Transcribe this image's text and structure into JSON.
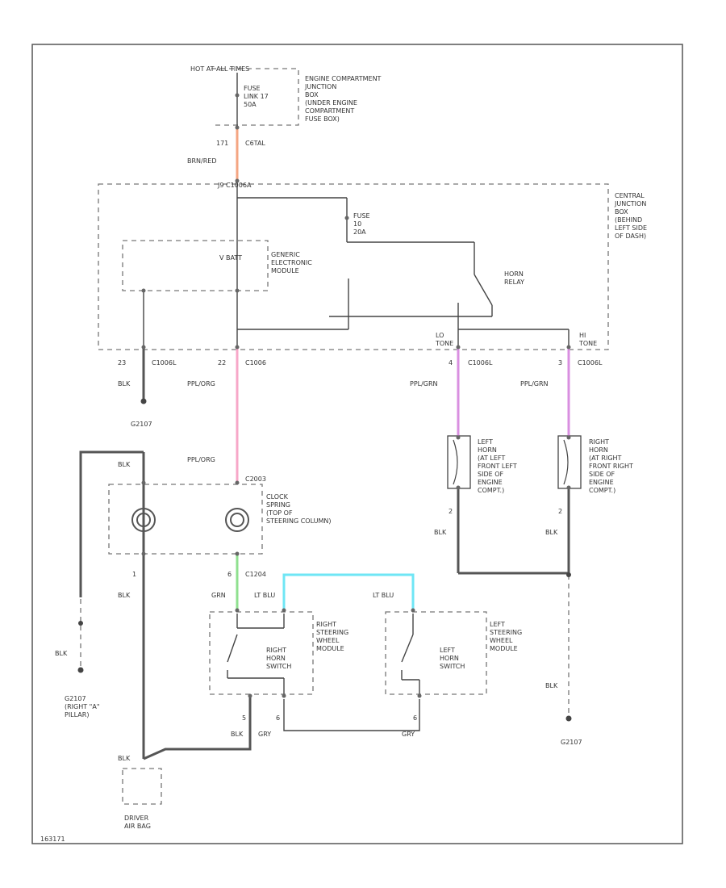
{
  "colors": {
    "orange": "#f4a582",
    "pink": "#f7a7c8",
    "violet": "#d98fe0",
    "green": "#8fe08f",
    "cyan": "#6fe6f5",
    "line": "#444444"
  },
  "labels": {
    "hot_at_all_times": "HOT AT ALL TIMES",
    "fuse_link": [
      "FUSE",
      "LINK 17",
      "50A"
    ],
    "engine_box": [
      "ENGINE COMPARTMENT",
      "JUNCTION",
      "BOX",
      "(UNDER ENGINE",
      "COMPARTMENT",
      "FUSE BOX)"
    ],
    "c_171": "171",
    "c_cental": "C6TAL",
    "brn_red": "BRN/RED",
    "c_top": "J9  C1006A",
    "cjb": [
      "CENTRAL",
      "JUNCTION",
      "BOX",
      "(BEHIND",
      "LEFT SIDE",
      "OF DASH)"
    ],
    "fuse_10": [
      "FUSE",
      "10",
      "20A"
    ],
    "v_batt": "V BATT",
    "gem": [
      "GENERIC",
      "ELECTRONIC",
      "MODULE"
    ],
    "horn_relay": [
      "HORN",
      "RELAY"
    ],
    "lo_tone": [
      "LO",
      "TONE"
    ],
    "hi_tone": [
      "HI",
      "TONE"
    ],
    "pin_23": "23",
    "pin_22": "22",
    "pin_4": "4",
    "pin_3": "3",
    "c_c1006l": "C1006L",
    "c_c1006": "C1006",
    "c_c1006l_2": "C1006L",
    "c_c1006l_3": "C1006L",
    "blk": "BLK",
    "ppl_org": "PPL/ORG",
    "ppl_grn_1": "PPL/GRN",
    "ppl_grn_2": "PPL/GRN",
    "g2107": "G2107",
    "g2107_b": "G2107",
    "g2107_c": "G2107",
    "ppl_org_2": "PPL/ORG",
    "c_c2003": "C2003",
    "blk_2": "BLK",
    "clock_spring": [
      "CLOCK",
      "SPRING",
      "(TOP OF",
      "STEERING COLUMN)"
    ],
    "left_horn": [
      "LEFT",
      "HORN",
      "(AT LEFT",
      "FRONT LEFT",
      "SIDE OF",
      "ENGINE",
      "COMPT.)"
    ],
    "right_horn": [
      "RIGHT",
      "HORN",
      "(AT RIGHT",
      "FRONT RIGHT",
      "SIDE OF",
      "ENGINE",
      "COMPT.)"
    ],
    "pin_2a": "2",
    "pin_2b": "2",
    "blk_3": "BLK",
    "blk_4": "BLK",
    "pin_1": "1",
    "pin_6": "6",
    "c_c1204": "C1204",
    "blk_5": "BLK",
    "grn": "GRN",
    "lt_blu_1": "LT BLU",
    "lt_blu_2": "LT BLU",
    "right_steering": [
      "RIGHT",
      "STEERING",
      "WHEEL",
      "MODULE"
    ],
    "left_steering": [
      "LEFT",
      "STEERING",
      "WHEEL",
      "MODULE"
    ],
    "right_horn_switch": [
      "RIGHT",
      "HORN",
      "SWITCH"
    ],
    "left_horn_switch": [
      "LEFT",
      "HORN",
      "SWITCH"
    ],
    "blk_6": "BLK",
    "g2107_right": [
      "G2107",
      "(RIGHT \"A\"",
      "PILLAR)"
    ],
    "pin_5": "5",
    "pin_6b": "6",
    "pin_6c": "6",
    "blk_grn": "BLK",
    "grn_2": "GRY",
    "grn_3": "GRY",
    "blk_7": "BLK",
    "blk_8": "BLK",
    "driver_airbag": [
      "DRIVER",
      "AIR BAG"
    ],
    "footer_id": "163171"
  }
}
